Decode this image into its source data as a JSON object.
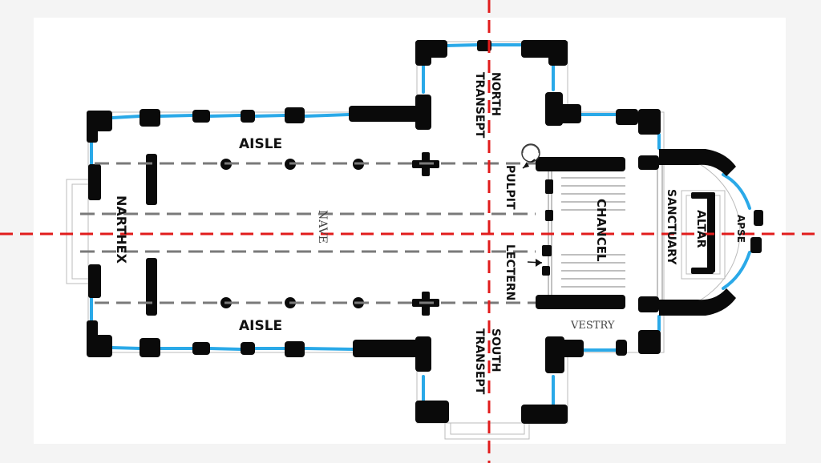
{
  "labels": {
    "aisle_north": "AISLE",
    "aisle_south": "AISLE",
    "narthex": "NARTHEX",
    "nave": "NAVE",
    "north_transept_1": "NORTH",
    "north_transept_2": "TRANSEPT",
    "south_transept_1": "SOUTH",
    "south_transept_2": "TRANSEPT",
    "pulpit": "PULPIT",
    "lectern": "LECTERN",
    "chancel": "CHANCEL",
    "sanctuary": "SANCTUARY",
    "altar": "ALTAR",
    "apse": "APSE",
    "vestry": "VESTRY"
  },
  "colors": {
    "wall": "#0a0a0a",
    "window": "#2aa9e8",
    "axis": "#e11c1c",
    "aisle_line": "#7a7a7a",
    "paper": "#ffffff",
    "background": "#f4f4f4"
  }
}
